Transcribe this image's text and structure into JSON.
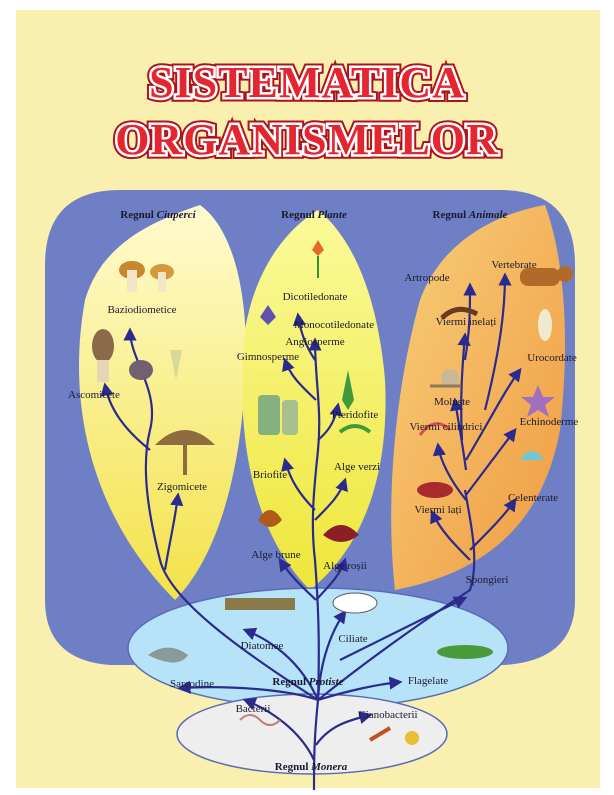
{
  "title": {
    "line1": "SISTEMATICA",
    "line2": "ORGANISMELOR"
  },
  "kingdoms": {
    "fungi": {
      "prefix": "Regnul ",
      "name": "Ciuperci"
    },
    "plants": {
      "prefix": "Regnul ",
      "name": "Plante"
    },
    "animals": {
      "prefix": "Regnul ",
      "name": "Animale"
    },
    "protists": {
      "prefix": "Regnul ",
      "name": "Protiste"
    },
    "monera": {
      "prefix": "Regnul ",
      "name": "Monera"
    }
  },
  "groups": {
    "baziodiomicete": "Baziodiometice",
    "ascomicete": "Ascomicete",
    "zigomicete": "Zigomicete",
    "dicotiledonate": "Dicotiledonate",
    "monocotiledonate": "Monocotiledonate",
    "angiosperme": "Angiosperme",
    "gimnosperme": "Gimnosperme",
    "pteridofite": "Pteridofite",
    "briofite": "Briofite",
    "alge_verzi": "Alge verzi",
    "alge_brune": "Alge brune",
    "alge_rosii": "Alge roșii",
    "artropode": "Artropode",
    "vertebrate": "Vertebrate",
    "viermi_inelati": "Viermi inelați",
    "urocordate": "Urocordate",
    "moluste": "Moluște",
    "echinoderme": "Echinoderme",
    "viermi_cilindrici": "Viermi cilindrici",
    "viermi_lati": "Viermi lați",
    "celenterate": "Celenterate",
    "spongieri": "Spongieri",
    "diatomee": "Diatomee",
    "ciliate": "Ciliate",
    "sarcodine": "Sarcodine",
    "flagelate": "Flagelate",
    "bacterii": "Bacterii",
    "cianobacterii": "Cianobacterii"
  },
  "colors": {
    "background": "#f9f0b0",
    "frame": "#6f7fc6",
    "fungi_leaf": "#faf07a",
    "plants_leaf": "#f6f25e",
    "animals_leaf": "#f4b460",
    "protists_ellipse": "#b6e3f7",
    "monera_ellipse": "#eeeeee",
    "branches": "#2b2b8f",
    "title": "#e3262f"
  }
}
